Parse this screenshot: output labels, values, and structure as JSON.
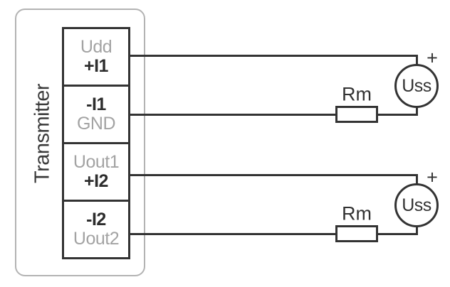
{
  "diagram": {
    "device_label": "Transmitter",
    "terminal_block": {
      "cells": [
        {
          "line1": "Udd",
          "line2": "+I1"
        },
        {
          "line1": "-I1",
          "line2": "GND"
        },
        {
          "line1": "Uout1",
          "line2": "+I2"
        },
        {
          "line1": "-I2",
          "line2": "Uout2"
        }
      ]
    },
    "circuits": [
      {
        "resistor_label": "Rm",
        "source_label": "Uss",
        "polarity_mark": "+"
      },
      {
        "resistor_label": "Rm",
        "source_label": "Uss",
        "polarity_mark": "+"
      }
    ],
    "colors": {
      "line": "#333333",
      "bold_label": "#2d2d2d",
      "gray_label": "#a3a3a3",
      "frame_border": "#b3b3b3",
      "background": "#ffffff"
    }
  }
}
